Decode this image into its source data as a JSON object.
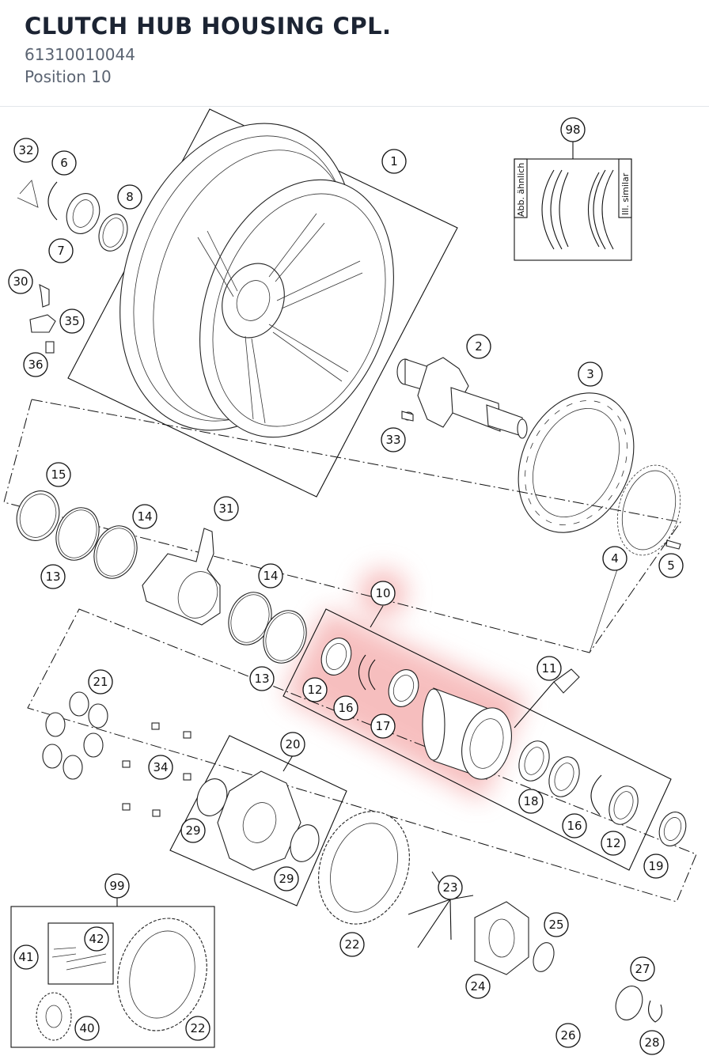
{
  "header": {
    "title": "CLUTCH HUB HOUSING CPL.",
    "part_number": "61310010044",
    "position": "Position 10"
  },
  "diagram": {
    "highlight_color": "#f08a8a",
    "highlighted_callout": "10",
    "inset_98": {
      "left_label": "Abb. ähnlich",
      "right_label": "Ill. similar"
    },
    "callouts": {
      "c1": "1",
      "c2": "2",
      "c3": "3",
      "c4": "4",
      "c5": "5",
      "c6": "6",
      "c7": "7",
      "c8": "8",
      "c10": "10",
      "c11": "11",
      "c12a": "12",
      "c12b": "12",
      "c13a": "13",
      "c13b": "13",
      "c14a": "14",
      "c14b": "14",
      "c15": "15",
      "c16a": "16",
      "c16b": "16",
      "c17": "17",
      "c18": "18",
      "c19": "19",
      "c20": "20",
      "c21": "21",
      "c22a": "22",
      "c22b": "22",
      "c23": "23",
      "c24": "24",
      "c25": "25",
      "c26": "26",
      "c27": "27",
      "c28": "28",
      "c29a": "29",
      "c29b": "29",
      "c30": "30",
      "c31": "31",
      "c32": "32",
      "c33": "33",
      "c34": "34",
      "c35": "35",
      "c36": "36",
      "c40": "40",
      "c41": "41",
      "c42": "42",
      "c98": "98",
      "c99": "99"
    }
  }
}
